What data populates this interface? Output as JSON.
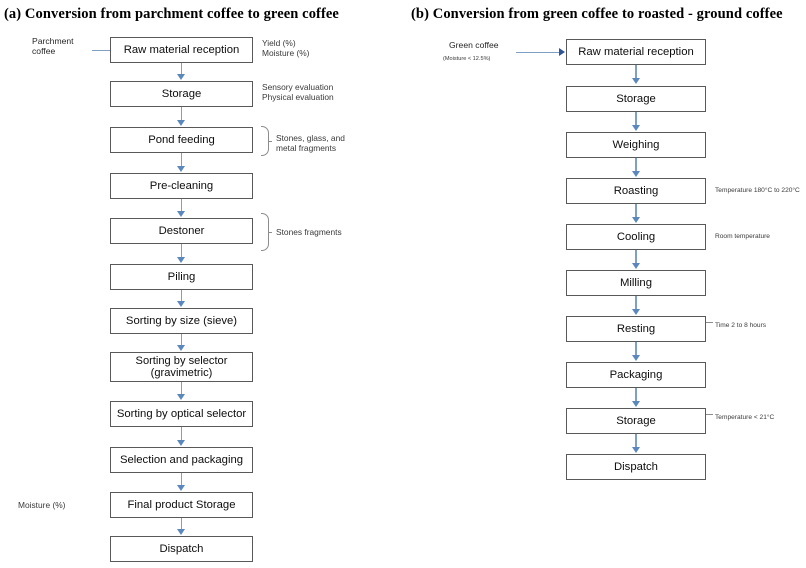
{
  "panel_a": {
    "title": "(a) Conversion from parchment coffee to green coffee",
    "inlet": {
      "label": "Parchment\ncoffee"
    },
    "steps": [
      {
        "label": "Raw material reception",
        "annotation": "Yield (%)\nMoisture (%)"
      },
      {
        "label": "Storage",
        "annotation": "Sensory evaluation\nPhysical evaluation"
      },
      {
        "label": "Pond feeding",
        "annotation": "Stones, glass, and\nmetal fragments",
        "brace": true
      },
      {
        "label": "Pre-cleaning",
        "annotation": ""
      },
      {
        "label": "Destoner",
        "annotation": "Stones fragments",
        "brace": true
      },
      {
        "label": "Piling",
        "annotation": ""
      },
      {
        "label": "Sorting by size (sieve)",
        "annotation": ""
      },
      {
        "label": "Sorting by selector\n(gravimetric)",
        "annotation": ""
      },
      {
        "label": "Sorting by optical selector",
        "annotation": ""
      },
      {
        "label": "Selection and packaging",
        "annotation": ""
      },
      {
        "label": "Final product Storage",
        "annotation": "",
        "left_annotation": "Moisture (%)"
      },
      {
        "label": "Dispatch",
        "annotation": ""
      }
    ]
  },
  "panel_b": {
    "title": "(b) Conversion from green coffee to roasted - ground coffee",
    "inlet": {
      "label": "Green coffee",
      "sublabel": "(Moisture < 12.5%)"
    },
    "steps": [
      {
        "label": "Raw material reception",
        "annotation": ""
      },
      {
        "label": "Storage",
        "annotation": ""
      },
      {
        "label": "Weighing",
        "annotation": ""
      },
      {
        "label": "Roasting",
        "annotation": "Temperature 180°C to 220°C"
      },
      {
        "label": "Cooling",
        "annotation": "Room temperature"
      },
      {
        "label": "Milling",
        "annotation": ""
      },
      {
        "label": "Resting",
        "annotation": "Time 2 to 8 hours"
      },
      {
        "label": "Packaging",
        "annotation": ""
      },
      {
        "label": "Storage",
        "annotation": "Temperature < 21°C"
      },
      {
        "label": "Dispatch",
        "annotation": ""
      }
    ]
  },
  "colors": {
    "box_border": "#595959",
    "arrow": "#7f9fc4",
    "arrow_head": "#5b87bd",
    "brace": "#8c8c8c",
    "text": "#0d0d0d"
  }
}
